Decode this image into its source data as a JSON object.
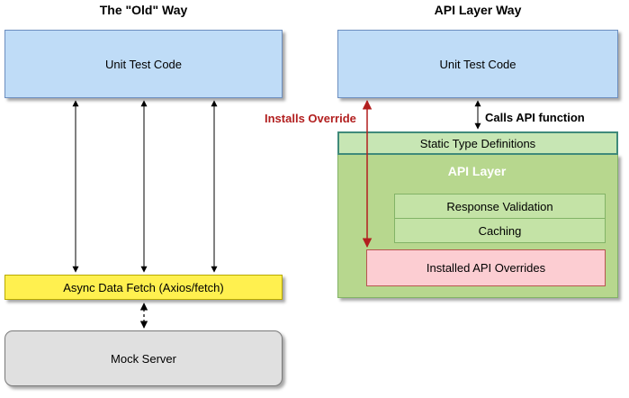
{
  "left": {
    "heading": "The \"Old\" Way",
    "unit_test": "Unit Test Code",
    "fetch": "Async Data Fetch (Axios/fetch)",
    "mock": "Mock Server"
  },
  "right": {
    "heading": "API Layer Way",
    "unit_test": "Unit Test Code",
    "calls_label": "Calls API function",
    "installs_label": "Installs Override",
    "static_types": "Static Type Definitions",
    "api_layer": "API Layer",
    "response_validation": "Response Validation",
    "caching": "Caching",
    "overrides": "Installed API Overrides"
  },
  "colors": {
    "unit_test_fill": "#bfdcf7",
    "fetch_fill": "#fff04f",
    "mock_fill": "#e0e0e0",
    "api_layer_fill": "#b7d78e",
    "static_types_border": "#3f8a7a",
    "overrides_fill": "#fccdd2",
    "installs_arrow": "#b21f1f"
  }
}
